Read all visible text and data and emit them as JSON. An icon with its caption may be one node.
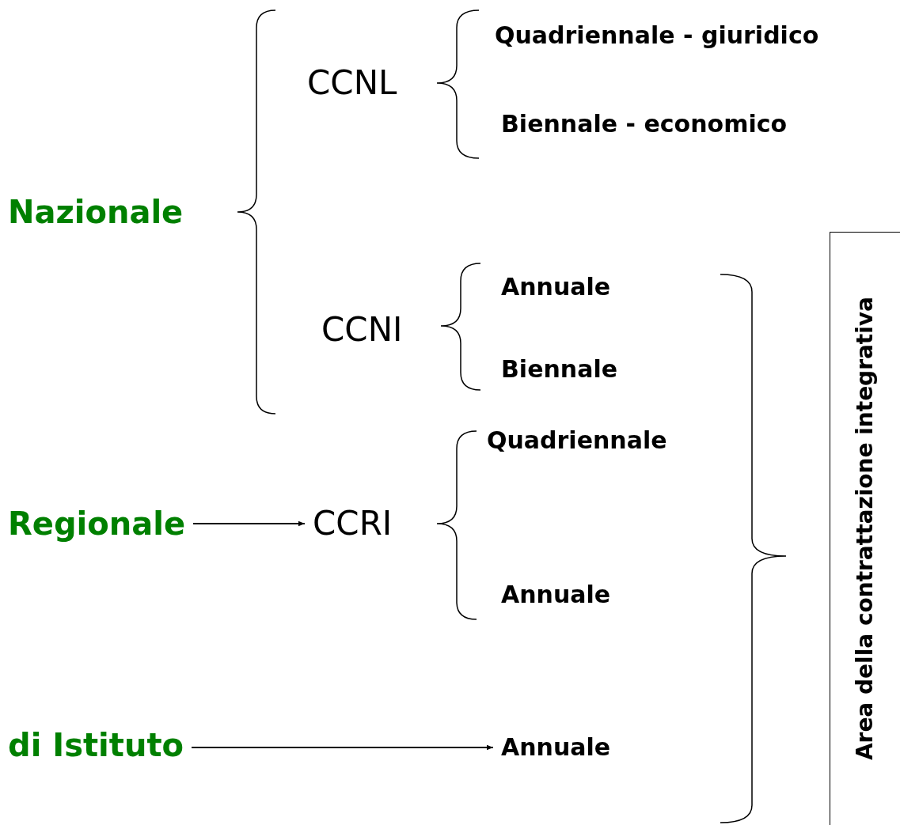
{
  "diagram": {
    "nodes": [
      {
        "text": [
          "Regionale"
        ]
      },
      {
        "text": [
          "CCRI"
        ]
      },
      {
        "text": [
          "di Istituto"
        ]
      },
      {
        "text": [
          "Annuale"
        ]
      }
    ],
    "edges": [
      {
        "from": 0,
        "to": 1,
        "arrow": "to"
      },
      {
        "from": 2,
        "to": 3,
        "arrow": "to"
      }
    ],
    "labels": [
      "Nazionale",
      "CCNL",
      "Quadriennale - giuridico",
      "Biennale - economico",
      "CCNI",
      "Annuale",
      "Biennale",
      "Quadriennale",
      "Annuale",
      "Area della contrattazione integrativa"
    ]
  }
}
